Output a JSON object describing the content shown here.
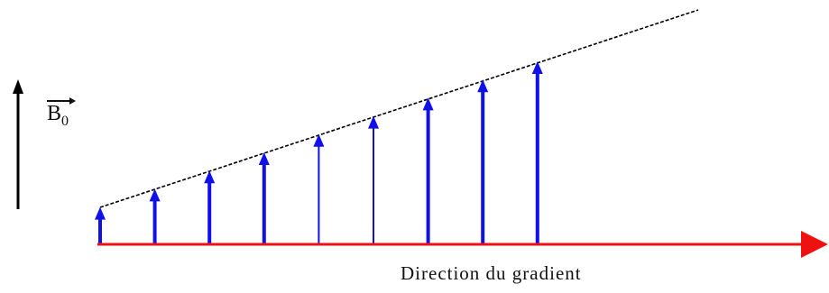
{
  "field_label": {
    "symbol": "B",
    "subscript": "0"
  },
  "axis_caption": "Direction du gradient",
  "colors": {
    "field_arrows": "#1010e8",
    "gradient_axis": "#ee1111",
    "reference_arrow": "#000000",
    "envelope_line": "#000000"
  },
  "field_arrows": {
    "count": 9,
    "relative_lengths": [
      0.2,
      0.3,
      0.4,
      0.5,
      0.6,
      0.7,
      0.8,
      0.9,
      1.0
    ]
  }
}
